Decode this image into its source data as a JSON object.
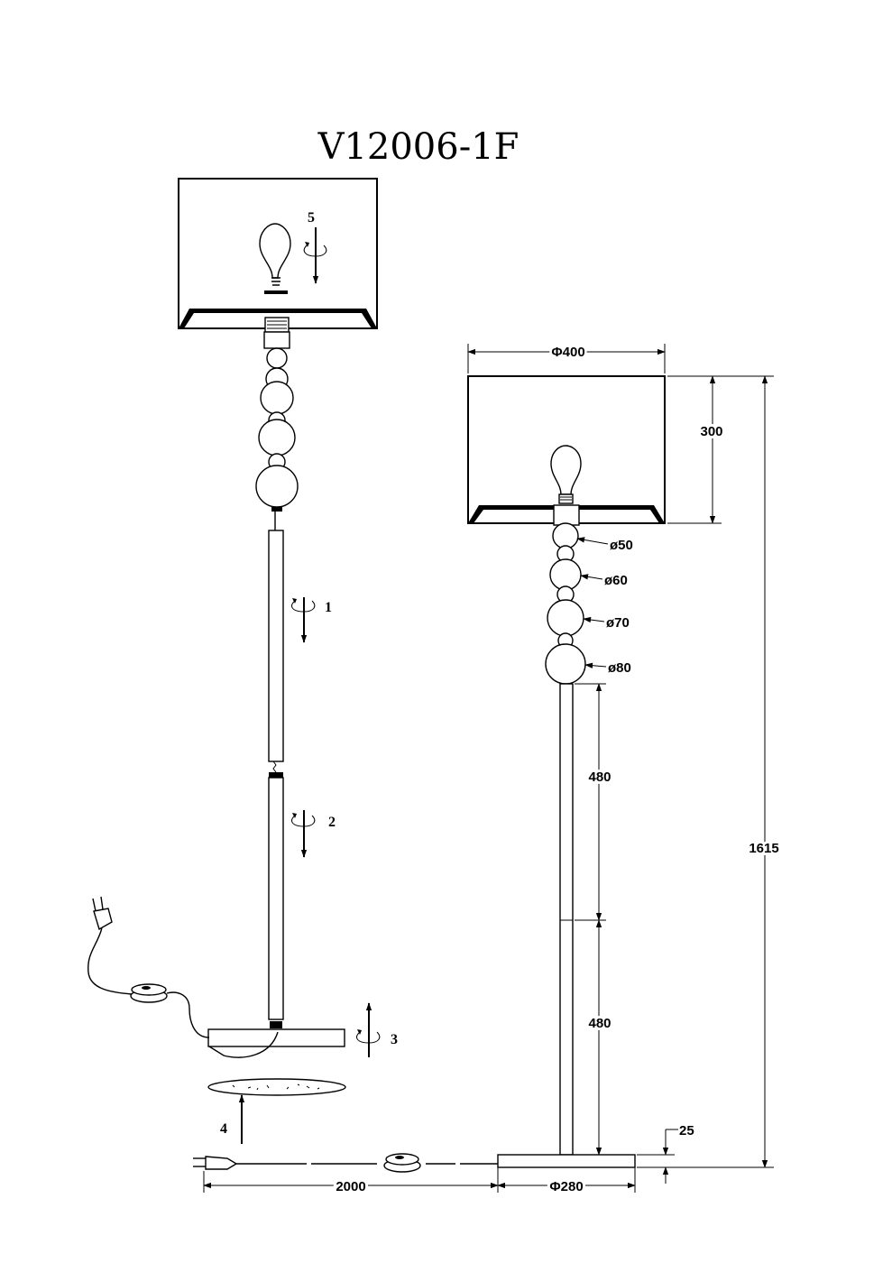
{
  "title": "V12006-1F",
  "steps": [
    "1",
    "2",
    "3",
    "4",
    "5"
  ],
  "dimensions": {
    "shade_diameter": "Φ400",
    "shade_height": "300",
    "ball_50": "ø50",
    "ball_60": "ø60",
    "ball_70": "ø70",
    "ball_80": "ø80",
    "tube_upper": "480",
    "tube_lower": "480",
    "total_height": "1615",
    "base_thickness": "25",
    "base_diameter": "Φ280",
    "cable_length": "2000"
  }
}
